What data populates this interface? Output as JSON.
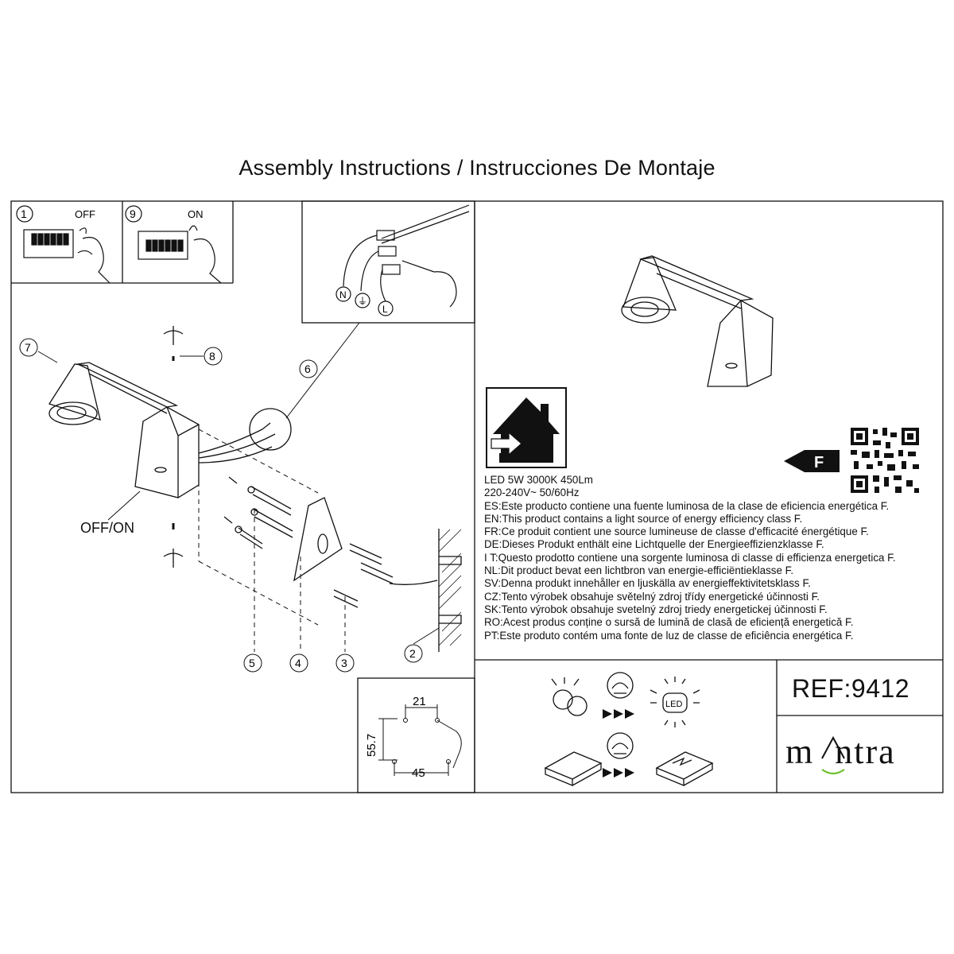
{
  "header": {
    "title": "Assembly Instructions / Instrucciones De Montaje"
  },
  "steps": {
    "step1": {
      "num": "1",
      "label": "OFF"
    },
    "step9": {
      "num": "9",
      "label": "ON"
    },
    "wiring": {
      "n": "N",
      "earth": "⏚",
      "l": "L"
    }
  },
  "callouts": [
    "1",
    "2",
    "3",
    "4",
    "5",
    "6",
    "7",
    "8",
    "9"
  ],
  "switch_label": "OFF/ON",
  "dimensions": {
    "top": "21",
    "side": "55.7",
    "bottom": "45"
  },
  "energy_class": "F",
  "specs": {
    "line1": "LED 5W 3000K 450Lm",
    "line2": "220-240V~  50/60Hz",
    "es": "ES:Este producto contiene una fuente luminosa de la clase de eficiencia energética F.",
    "en": "EN:This product contains a light source of energy efficiency class F.",
    "fr": "FR:Ce produit contient une source lumineuse de classe d'efficacité énergétique F.",
    "de": "DE:Dieses Produkt enthält eine Lichtquelle der Energieeffizienzklasse F.",
    "it": "I T:Questo prodotto contiene una sorgente luminosa di classe di efficienza energetica F.",
    "nl": "NL:Dit product bevat een lichtbron van energie-efficiëntieklasse F.",
    "sv": "SV:Denna produkt innehåller en ljuskälla av energieffektivitetsklass F.",
    "cz": "CZ:Tento výrobek obsahuje světelný zdroj třídy energetické účinnosti F.",
    "sk": "SK:Tento výrobok obsahuje svetelný zdroj triedy energetickej účinnosti F.",
    "ro": "RO:Acest produs conține o sursă de lumină de clasă de eficiență energetică F.",
    "pt": "PT:Este produto contém uma fonte de luz de classe de eficiência energética F."
  },
  "icons": {
    "led": "LED"
  },
  "reference": "REF:9412",
  "brand": {
    "name_a": "m",
    "name_b": "ntra"
  }
}
